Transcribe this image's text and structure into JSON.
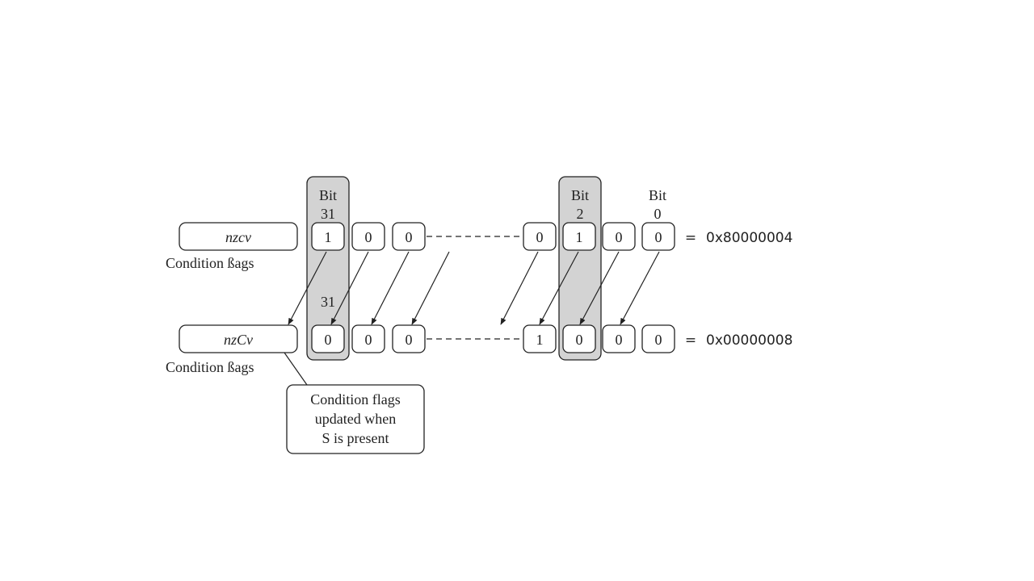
{
  "top_flags": {
    "text": "nzcv",
    "label": "Condition ßags"
  },
  "bottom_flags": {
    "text": "nzCv",
    "label": "Condition ßags"
  },
  "headers": {
    "bit31_word": "Bit",
    "bit31_num": "31",
    "bit31_lower": "31",
    "bit2_word": "Bit",
    "bit2_num": "2",
    "bit0_word": "Bit",
    "bit0_num": "0"
  },
  "top_bits": [
    "1",
    "0",
    "0",
    "0",
    "1",
    "0",
    "0"
  ],
  "bottom_bits": [
    "0",
    "0",
    "0",
    "1",
    "0",
    "0",
    "0"
  ],
  "top_value": {
    "eq": "=",
    "hex": "0x80000004"
  },
  "bottom_value": {
    "eq": "=",
    "hex": "0x00000008"
  },
  "callout": {
    "line1": "Condition flags",
    "line2": "updated when",
    "line3": "S is present"
  },
  "colors": {
    "stroke": "#222222",
    "highlight": "#d3d3d3",
    "background": "#ffffff"
  }
}
